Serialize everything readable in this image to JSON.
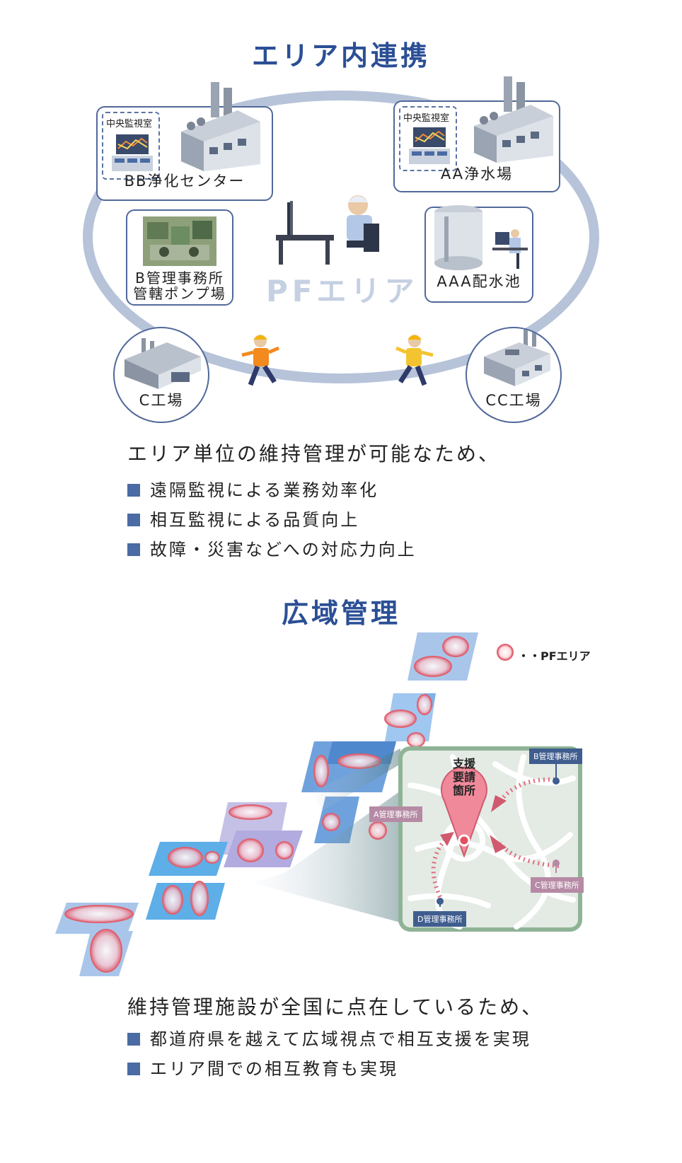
{
  "area": {
    "title": "エリア内連携",
    "pf_label": "PFエリア",
    "facilities": {
      "bb": {
        "name": "BB浄化センター",
        "room": "中央監視室"
      },
      "aa": {
        "name": "AA浄水場",
        "room": "中央監視室"
      },
      "b_office_line1": "B管理事務所",
      "b_office_line2": "管轄ポンプ場",
      "aaa": "AAA配水池",
      "c": "C工場",
      "cc": "CC工場"
    },
    "intro": "エリア単位の維持管理が可能なため、",
    "bullets": [
      "遠隔監視による業務効率化",
      "相互監視による品質向上",
      "故障・災害などへの対応力向上"
    ]
  },
  "wide": {
    "title": "広域管理",
    "legend": "・・PFエリア",
    "request": [
      "支援",
      "要請",
      "箇所"
    ],
    "offices": {
      "a": "A管理事務所",
      "b": "B管理事務所",
      "c": "C管理事務所",
      "d": "D管理事務所"
    },
    "intro": "維持管理施設が全国に点在しているため、",
    "bullets": [
      "都道府県を越えて広域視点で相互支援を実現",
      "エリア間での相互教育も実現"
    ]
  },
  "colors": {
    "title": "#2b4f95",
    "bullet": "#4a6ba3",
    "ring": "#b6c3d9",
    "card_border": "#51689a",
    "pf_ellipse": "#e06070",
    "office_tag": "#b68aa5",
    "office_tag_blue": "#3f5d8f"
  }
}
